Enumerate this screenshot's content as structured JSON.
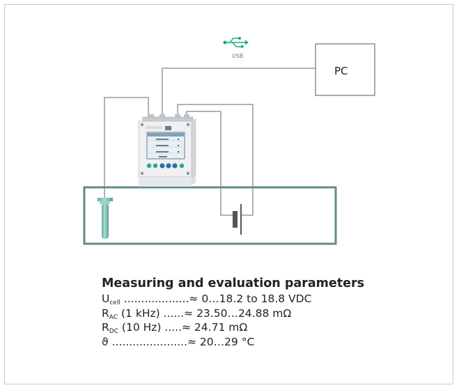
{
  "diagram": {
    "pc_label": "PC",
    "usb_label": "USB",
    "icons": {
      "usb": "usb-icon"
    },
    "colors": {
      "usb": "#1aab7c",
      "tank": "#5f8b8b",
      "wire": "#666666",
      "electrode": "#7ec2b8"
    }
  },
  "params": {
    "title": "Measuring and evaluation parameters",
    "rows": [
      {
        "symbol": "U",
        "sub": "cell",
        "qualifier": "",
        "dots": " ...................",
        "value": "≈ 0…18.2 to 18.8 VDC"
      },
      {
        "symbol": "R",
        "sub": "AC",
        "qualifier": " (1 kHz)",
        "dots": " ......",
        "value": "≈ 23.50…24.88 mΩ"
      },
      {
        "symbol": "R",
        "sub": "DC",
        "qualifier": " (10 Hz)",
        "dots": "  .....",
        "value": "≈ 24.71 mΩ"
      },
      {
        "symbol": "ϑ",
        "sub": "",
        "qualifier": "",
        "dots": "  ......................",
        "value": "≈ 20…29 °C"
      }
    ]
  }
}
